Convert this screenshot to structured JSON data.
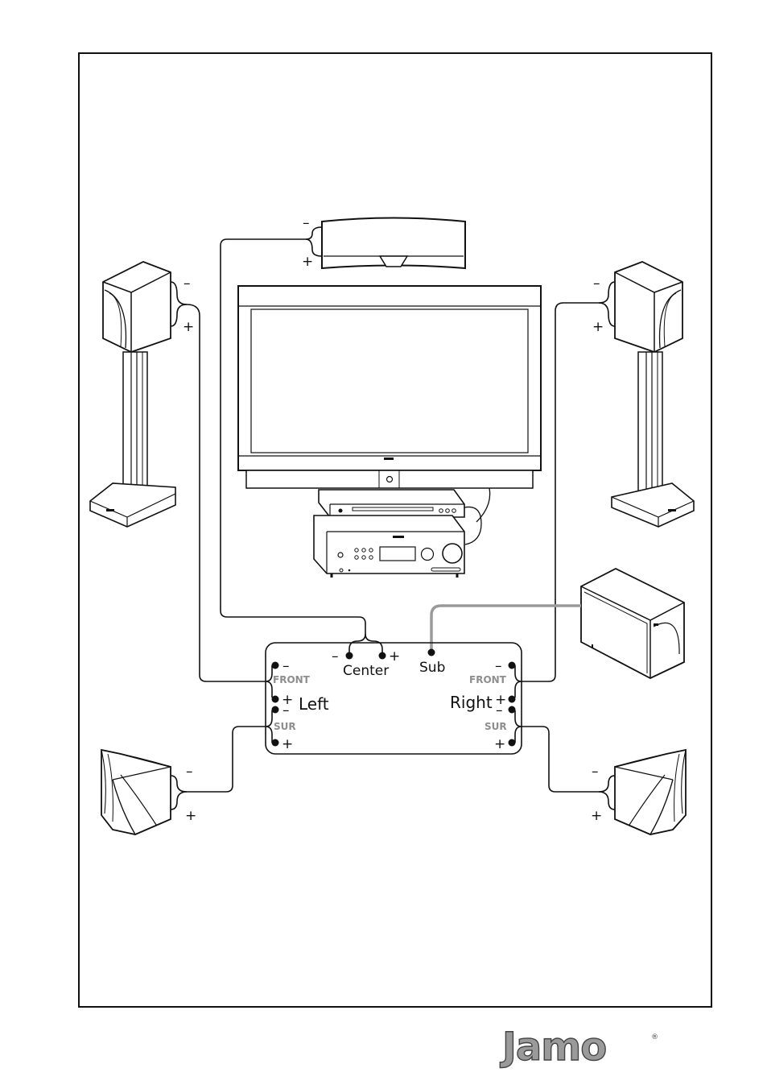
{
  "sym": {
    "minus": "–",
    "plus": "+"
  },
  "receiver_panel": {
    "center_label": "Center",
    "sub_label": "Sub",
    "front_label": "FRONT",
    "sur_label": "SUR",
    "left_label": "Left",
    "right_label": "Right"
  },
  "logo": {
    "text": "Jamo",
    "registered": "®"
  }
}
